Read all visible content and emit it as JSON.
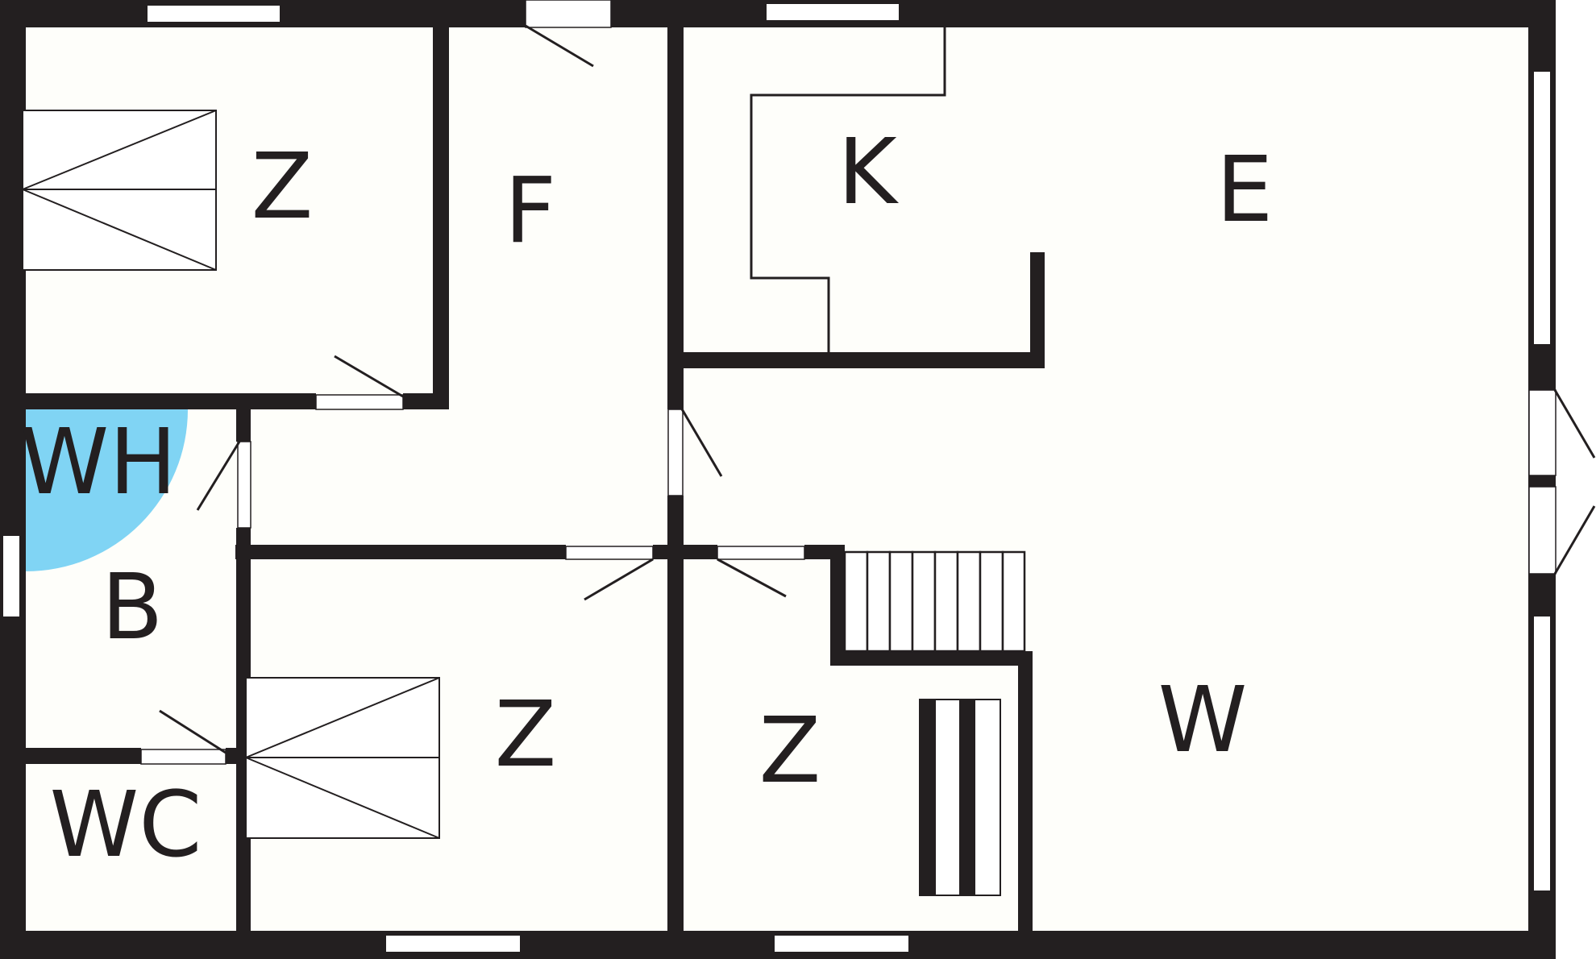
{
  "floorplan": {
    "colors": {
      "wall": "#231f20",
      "floor": "#fefefa",
      "window": "#ffffff",
      "water_heater": "#80d4f4"
    },
    "rooms": {
      "bedroom_top_left": "Z",
      "hall": "F",
      "kitchen": "K",
      "dining": "E",
      "water_heater": "WH",
      "bathroom": "B",
      "toilet": "WC",
      "bedroom_bottom_middle": "Z",
      "bedroom_bottom_right": "Z",
      "living": "W"
    }
  }
}
